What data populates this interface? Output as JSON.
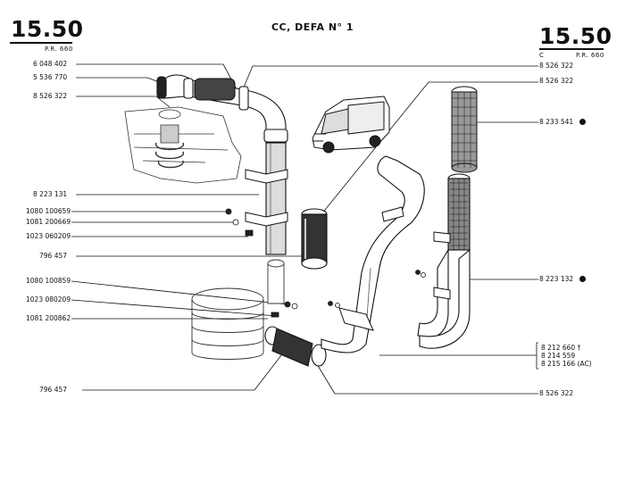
{
  "header": {
    "page_left": "15.50",
    "page_right": "15.50",
    "left_sub": "P.R. 660",
    "right_sub_c": "C",
    "right_sub": "P.R. 660",
    "title": "CC, DEFA N° 1"
  },
  "left_refs": [
    "6 048 402",
    "5 536 770",
    "8 526 322",
    "8 223 131",
    "1080 100659",
    "1081 200669",
    "1023 060209",
    "796 457",
    "1080 100859",
    "1023 080209",
    "1081 200862",
    "796 457"
  ],
  "right_refs": [
    "8 526 322",
    "8 526 322",
    "8 233 541",
    "8 223 132",
    "8 212 660 †",
    "8 214 559",
    "8 215 166 (AC)",
    "8 526 322"
  ]
}
